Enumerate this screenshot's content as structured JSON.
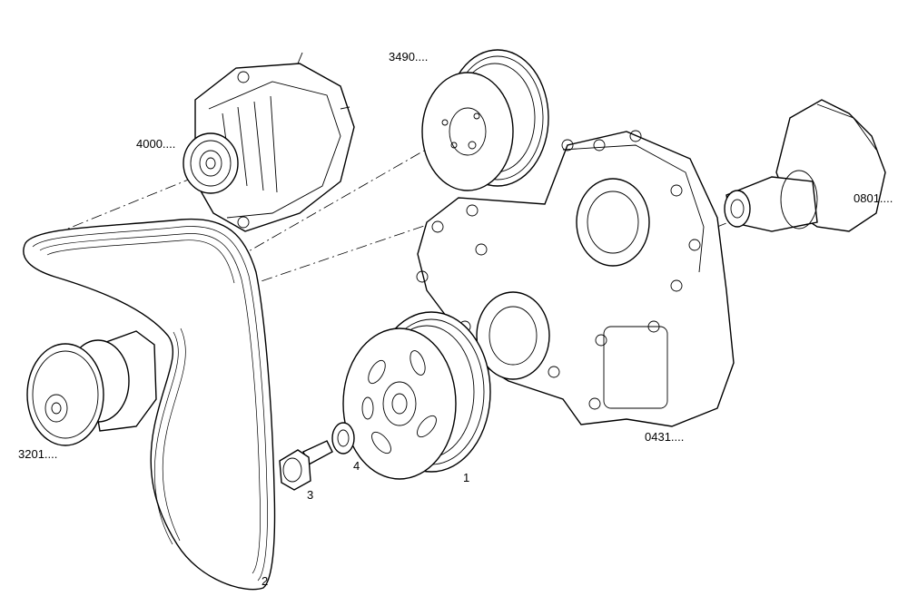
{
  "labels": {
    "alternator": "4000....",
    "water_pump_pulley": "3490....",
    "crankshaft": "0801....",
    "tensioner": "3201....",
    "timing_cover": "0431....",
    "item_1": "1",
    "item_2": "2",
    "item_3": "3",
    "item_4": "4"
  }
}
